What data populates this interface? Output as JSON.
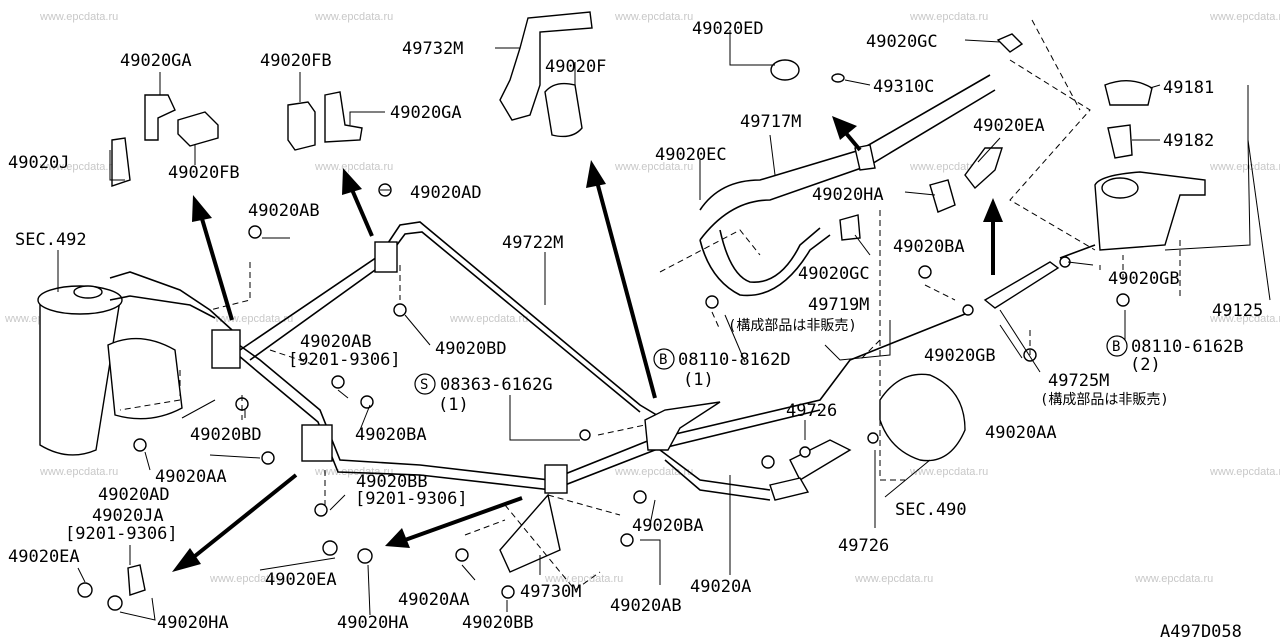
{
  "diagram": {
    "code": "A497D058",
    "watermark": "www.epcdata.ru",
    "labels": [
      {
        "id": "49020GA_top",
        "text": "49020GA"
      },
      {
        "id": "49020FB_top",
        "text": "49020FB"
      },
      {
        "id": "49732M",
        "text": "49732M"
      },
      {
        "id": "49020F",
        "text": "49020F"
      },
      {
        "id": "49020ED",
        "text": "49020ED"
      },
      {
        "id": "49020GC_top",
        "text": "49020GC"
      },
      {
        "id": "49181",
        "text": "49181"
      },
      {
        "id": "49310C",
        "text": "49310C"
      },
      {
        "id": "49020GA_mid",
        "text": "49020GA"
      },
      {
        "id": "49717M",
        "text": "49717M"
      },
      {
        "id": "49020EA_top",
        "text": "49020EA"
      },
      {
        "id": "49182",
        "text": "49182"
      },
      {
        "id": "49020J",
        "text": "49020J"
      },
      {
        "id": "49020FB_mid",
        "text": "49020FB"
      },
      {
        "id": "49020EC",
        "text": "49020EC"
      },
      {
        "id": "49020AD_top",
        "text": "49020AD"
      },
      {
        "id": "49020HA_mid",
        "text": "49020HA"
      },
      {
        "id": "49020AB_top",
        "text": "49020AB"
      },
      {
        "id": "SEC492",
        "text": "SEC.492"
      },
      {
        "id": "49722M",
        "text": "49722M"
      },
      {
        "id": "49020BA_right",
        "text": "49020BA"
      },
      {
        "id": "49020GC_mid",
        "text": "49020GC"
      },
      {
        "id": "49020GB_right",
        "text": "49020GB"
      },
      {
        "id": "49719M",
        "text": "49719M"
      },
      {
        "id": "49125",
        "text": "49125"
      },
      {
        "id": "note1",
        "text": "(構成部品は非販売)"
      },
      {
        "id": "49020AB_mid",
        "text": "49020AB"
      },
      {
        "id": "range1",
        "text": "[9201-9306]"
      },
      {
        "id": "49020BD_mid",
        "text": "49020BD"
      },
      {
        "id": "08110_8162D",
        "text": "08110-8162D"
      },
      {
        "id": "qty1a",
        "text": "(1)"
      },
      {
        "id": "08110_6162B",
        "text": "08110-6162B"
      },
      {
        "id": "qty2",
        "text": "(2)"
      },
      {
        "id": "49020GB_mid",
        "text": "49020GB"
      },
      {
        "id": "08363_6162G",
        "text": "08363-6162G"
      },
      {
        "id": "qty1b",
        "text": "(1)"
      },
      {
        "id": "49725M",
        "text": "49725M"
      },
      {
        "id": "note2",
        "text": "(構成部品は非販売)"
      },
      {
        "id": "49726_top",
        "text": "49726"
      },
      {
        "id": "49020BD_low",
        "text": "49020BD"
      },
      {
        "id": "49020BA_mid",
        "text": "49020BA"
      },
      {
        "id": "49020AA_right",
        "text": "49020AA"
      },
      {
        "id": "49020AA_left",
        "text": "49020AA"
      },
      {
        "id": "49020BB_mid",
        "text": "49020BB"
      },
      {
        "id": "range2",
        "text": "[9201-9306]"
      },
      {
        "id": "49020AD_low",
        "text": "49020AD"
      },
      {
        "id": "SEC490",
        "text": "SEC.490"
      },
      {
        "id": "49020JA",
        "text": "49020JA"
      },
      {
        "id": "range3",
        "text": "[9201-9306]"
      },
      {
        "id": "49020BA_low",
        "text": "49020BA"
      },
      {
        "id": "49726_low",
        "text": "49726"
      },
      {
        "id": "49020EA_low",
        "text": "49020EA"
      },
      {
        "id": "49020EA_mid",
        "text": "49020EA"
      },
      {
        "id": "49020A",
        "text": "49020A"
      },
      {
        "id": "49730M",
        "text": "49730M"
      },
      {
        "id": "49020AA_low",
        "text": "49020AA"
      },
      {
        "id": "49020AB_low",
        "text": "49020AB"
      },
      {
        "id": "49020HA_low1",
        "text": "49020HA"
      },
      {
        "id": "49020HA_low2",
        "text": "49020HA"
      },
      {
        "id": "49020BB_low",
        "text": "49020BB"
      }
    ],
    "circled": [
      {
        "id": "B1",
        "text": "B"
      },
      {
        "id": "B2",
        "text": "B"
      },
      {
        "id": "S1",
        "text": "S"
      }
    ]
  }
}
